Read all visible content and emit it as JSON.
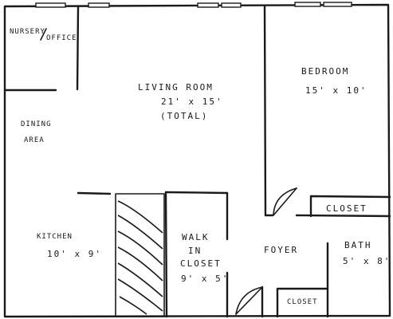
{
  "rooms": {
    "nursery": {
      "line1": "NURSERY",
      "line2": "OFFICE"
    },
    "living": {
      "name": "LIVING  ROOM",
      "dims": "21' x 15'",
      "note": "(TOTAL)"
    },
    "bedroom": {
      "name": "BEDROOM",
      "dims": "15' x 10'"
    },
    "dining": {
      "line1": "DINING",
      "line2": "AREA"
    },
    "closet_bedroom": {
      "name": "CLOSET"
    },
    "kitchen": {
      "name": "KITCHEN",
      "dims": "10' x 9'"
    },
    "walkin": {
      "line1": "WALK",
      "line2": "IN",
      "line3": "CLOSET",
      "dims": "9' x 5'"
    },
    "foyer": {
      "name": "FOYER"
    },
    "bath": {
      "name": "BATH",
      "dims": "5' x 8'"
    },
    "closet_foyer": {
      "name": "CLOSET"
    }
  }
}
